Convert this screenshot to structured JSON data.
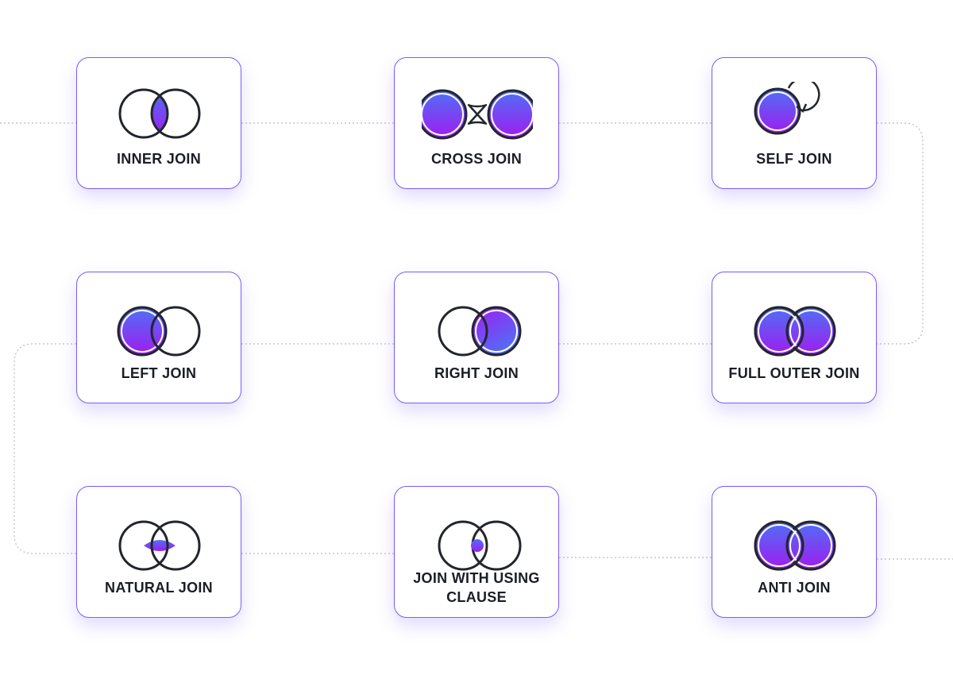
{
  "colors": {
    "gradient_top": "#4f70f5",
    "gradient_bottom": "#a01cf0",
    "stroke": "#22262b",
    "connector": "#b9bcc3"
  },
  "cards": [
    {
      "label": "INNER JOIN",
      "icon": "inner-join-venn-icon"
    },
    {
      "label": "CROSS JOIN",
      "icon": "cross-join-icon"
    },
    {
      "label": "SELF JOIN",
      "icon": "self-join-icon"
    },
    {
      "label": "LEFT JOIN",
      "icon": "left-join-venn-icon"
    },
    {
      "label": "RIGHT JOIN",
      "icon": "right-join-venn-icon"
    },
    {
      "label": "FULL OUTER JOIN",
      "icon": "full-outer-join-venn-icon"
    },
    {
      "label": "NATURAL JOIN",
      "icon": "natural-join-venn-icon"
    },
    {
      "label": "JOIN WITH USING CLAUSE",
      "icon": "using-clause-venn-icon"
    },
    {
      "label": "ANTI JOIN",
      "icon": "anti-join-venn-icon"
    }
  ]
}
